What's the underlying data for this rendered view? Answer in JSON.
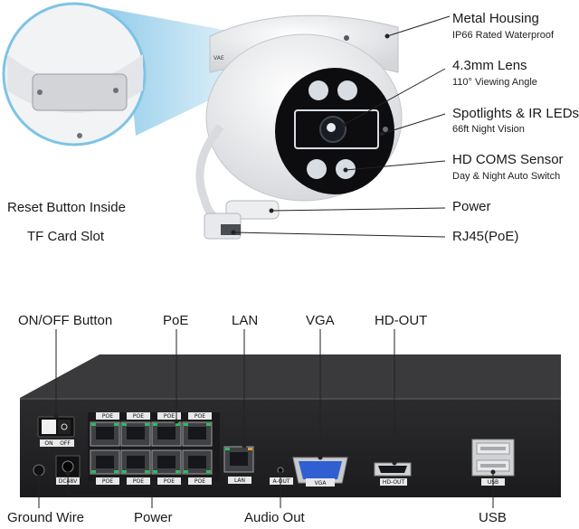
{
  "camera": {
    "brand_mark": "VAE",
    "callouts": [
      {
        "name": "metal-housing",
        "title": "Metal Housing",
        "desc": "IP66 Rated Waterproof"
      },
      {
        "name": "lens",
        "title": "4.3mm Lens",
        "desc": "110° Viewing Angle"
      },
      {
        "name": "spotlights",
        "title": "Spotlights & IR LEDs",
        "desc": "66ft Night Vision"
      },
      {
        "name": "sensor",
        "title": "HD COMS Sensor",
        "desc": "Day & Night Auto Switch"
      },
      {
        "name": "power",
        "title": "Power",
        "desc": ""
      },
      {
        "name": "rj45",
        "title": "RJ45(PoE)",
        "desc": ""
      }
    ],
    "reset_label": "Reset Button Inside",
    "tf_label": "TF Card Slot"
  },
  "nvr": {
    "top_labels": {
      "onoff": "ON/OFF Button",
      "poe": "PoE",
      "lan": "LAN",
      "vga": "VGA",
      "hdout": "HD-OUT"
    },
    "bottom_labels": {
      "ground": "Ground Wire",
      "power": "Power",
      "audio": "Audio Out",
      "usb": "USB"
    },
    "switch": {
      "on": "ON",
      "off": "OFF"
    },
    "poe_port_label": "POE",
    "lan_label": "LAN",
    "aout_label": "A-OUT",
    "vga_label": "VGA",
    "hdout_label": "HD-OUT",
    "usb_label": "USB",
    "dc_label": "DC48V"
  },
  "colors": {
    "accent_blue": "#7ec3e6",
    "chassis": "#232325",
    "chassis_top": "#3a3a3c",
    "port_green": "#2dbd5a",
    "vga_blue": "#2f5fd0"
  }
}
